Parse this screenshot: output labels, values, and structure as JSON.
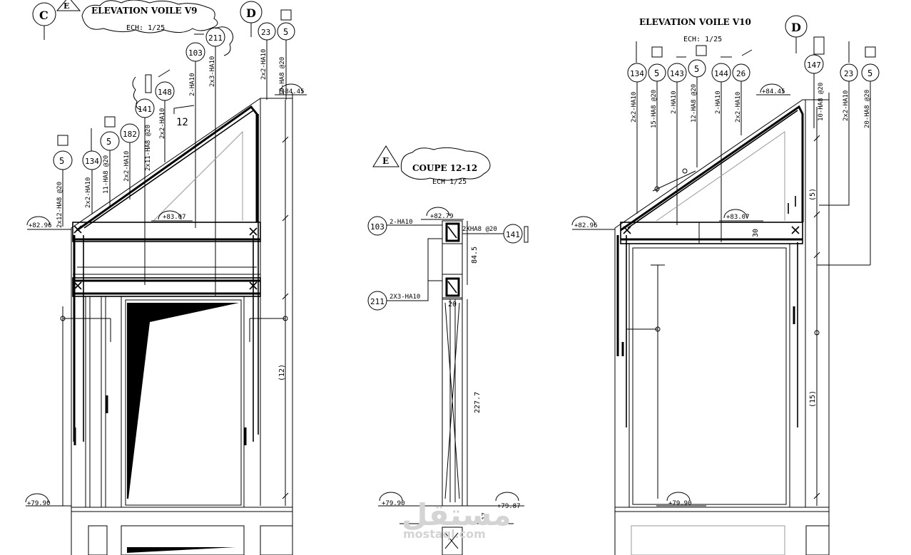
{
  "v9": {
    "title": "ELEVATION VOILE V9",
    "scale": "ECH: 1/25",
    "axis_c": "C",
    "axis_d": "D",
    "section_e": "E",
    "level_top": "+84.45",
    "level_mid": "+83.07",
    "level_left": "+82.96",
    "level_bottom": "+79.90",
    "slope_mark": "12",
    "dim_vertical": "(12)",
    "bubbles": [
      "5",
      "134",
      "5",
      "182",
      "141",
      "148",
      "103",
      "211",
      "23",
      "5"
    ],
    "labels": [
      "2x12-HA8 @20",
      "2x2-HA10",
      "11-HA8 @20",
      "2x2-HA10",
      "2x11-HA8 @20",
      "2x2-HA10",
      "2-HA10",
      "2x3-HA10",
      "2x2-HA10",
      "19-HA8 @20"
    ]
  },
  "section": {
    "title": "COUPE 12-12",
    "scale": "ECH 1/25",
    "section_e": "E",
    "level_top": "+82.79",
    "level_bottom_left": "+79.90",
    "level_bottom_right": "+79.87",
    "bubble_left_top": "103",
    "bubble_left_bottom": "211",
    "bubble_right": "141",
    "label_top": "2-HA10",
    "label_bottom": "2X3-HA10",
    "label_right": "2XHA8 @20",
    "dim_84": "84.5",
    "dim_20": "20",
    "dim_227": "227.7",
    "dim_17": "17"
  },
  "v10": {
    "title": "ELEVATION VOILE V10",
    "scale": "ECH: 1/25",
    "axis_d": "D",
    "level_top": "+84.45",
    "level_mid": "+83.07",
    "level_left": "+82.96",
    "level_bottom": "+79.90",
    "dim_5": "(5)",
    "dim_15": "(15)",
    "dim_30": "30",
    "bubbles": [
      "134",
      "5",
      "143",
      "5",
      "144",
      "26",
      "147",
      "23",
      "5"
    ],
    "labels": [
      "2x2-HA10",
      "15-HA8 @20",
      "2-HA10",
      "12-HA8 @20",
      "2-HA10",
      "2x2-HA10",
      "10-HA8 @20",
      "2x2-HA10",
      "20-HA8 @20"
    ]
  },
  "watermark": {
    "logo": "مستقل",
    "domain": "mostaql.com"
  }
}
